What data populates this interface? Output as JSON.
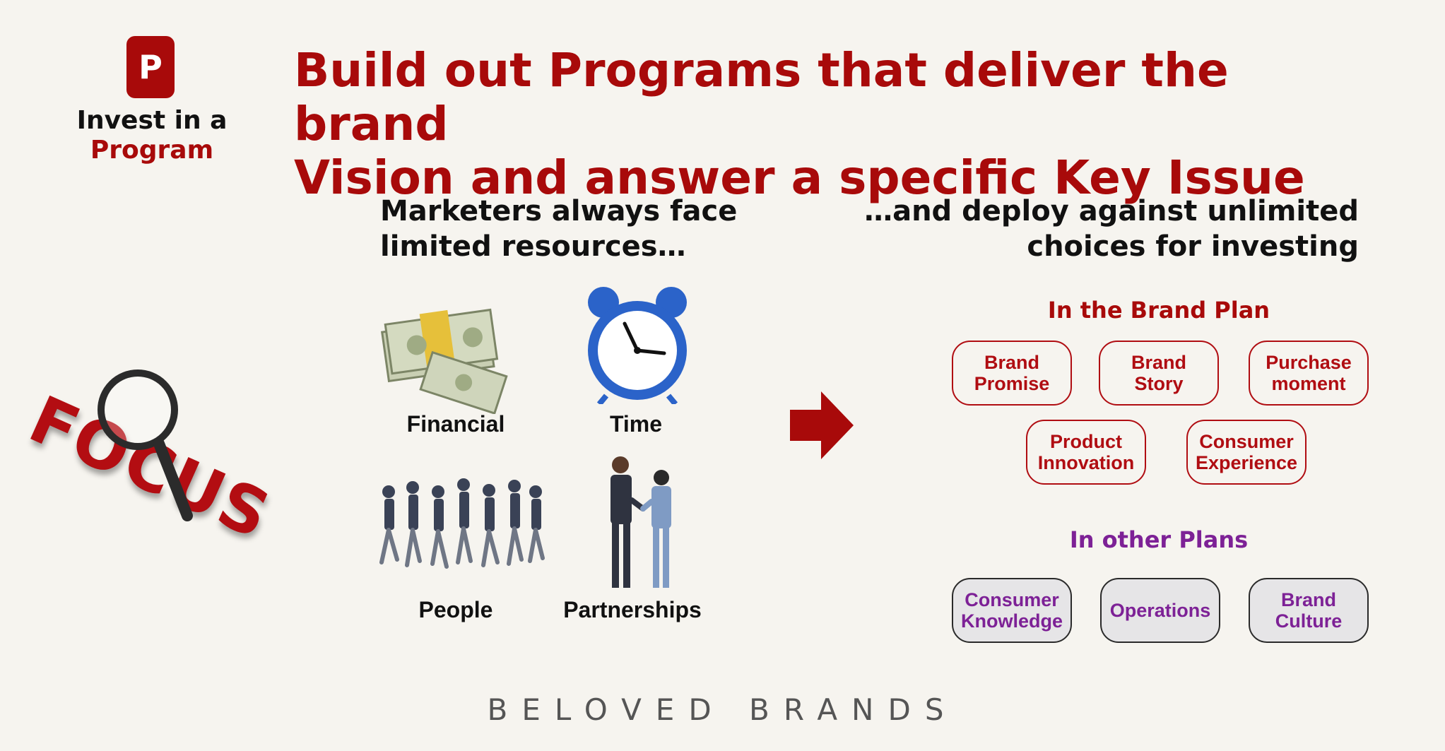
{
  "badge": {
    "letter": "P"
  },
  "badge_caption": {
    "line1": "Invest in a",
    "line2": "Program"
  },
  "title": {
    "line1": "Build out Programs that deliver the brand",
    "line2": "Vision and answer a specific Key Issue"
  },
  "focus": {
    "word": "FOCUS",
    "icon": "magnifying-glass-icon"
  },
  "left_heading": {
    "line1": "Marketers always face",
    "line2": "limited resources…"
  },
  "right_heading": {
    "line1": "…and deploy against unlimited",
    "line2": "choices for investing"
  },
  "resources": [
    {
      "label": "Financial",
      "icon": "money-stack-icon"
    },
    {
      "label": "Time",
      "icon": "alarm-clock-icon"
    },
    {
      "label": "People",
      "icon": "jumping-people-icon"
    },
    {
      "label": "Partnerships",
      "icon": "handshake-icon"
    }
  ],
  "arrow": {
    "icon": "right-arrow-icon"
  },
  "brand_plan": {
    "heading": "In the Brand Plan",
    "items": [
      {
        "line1": "Brand",
        "line2": "Promise"
      },
      {
        "line1": "Brand",
        "line2": "Story"
      },
      {
        "line1": "Purchase",
        "line2": "moment"
      },
      {
        "line1": "Product",
        "line2": "Innovation"
      },
      {
        "line1": "Consumer",
        "line2": "Experience"
      }
    ]
  },
  "other_plans": {
    "heading": "In other Plans",
    "items": [
      {
        "line1": "Consumer",
        "line2": "Knowledge"
      },
      {
        "line1": "Operations",
        "line2": ""
      },
      {
        "line1": "Brand",
        "line2": "Culture"
      }
    ]
  },
  "footer": {
    "text": "BELOVED BRANDS"
  },
  "colors": {
    "brand_red": "#a80a0a",
    "purple": "#7d2196",
    "background": "#f6f4ef"
  }
}
